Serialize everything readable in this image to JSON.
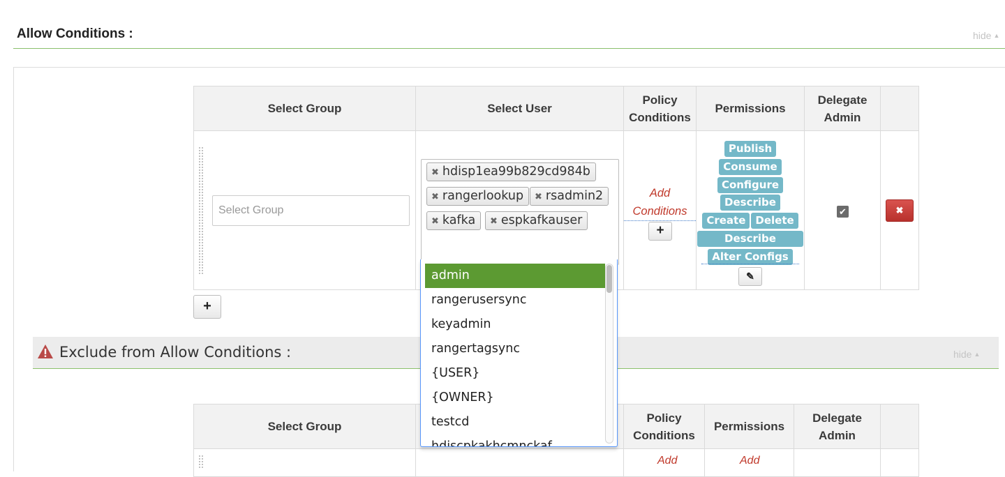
{
  "allow": {
    "title": "Allow Conditions :",
    "hide_label": "hide",
    "headers": {
      "group": "Select Group",
      "user": "Select User",
      "policy_conditions": "Policy Conditions",
      "permissions": "Permissions",
      "delegate_admin": "Delegate Admin"
    },
    "group_placeholder": "Select Group",
    "selected_users": [
      "hdisp1ea99b829cd984b",
      "rangerlookup",
      "rsadmin2",
      "kafka",
      "espkafkauser"
    ],
    "add_conditions_line1": "Add",
    "add_conditions_line2": "Conditions",
    "add_conditions_btn": "+",
    "permissions": [
      "Publish",
      "Consume",
      "Configure",
      "Describe",
      "Create",
      "Delete",
      "Describe Configs",
      "Alter Configs"
    ],
    "edit_icon": "pencil-icon",
    "delegate_checked": true,
    "check_glyph": "✔",
    "delete_glyph": "✖",
    "add_row_btn": "+"
  },
  "user_dropdown": {
    "options": [
      "admin",
      "rangerusersync",
      "keyadmin",
      "rangertagsync",
      "{USER}",
      "{OWNER}",
      "testcd",
      "hdiscpkakhcmnckaf"
    ],
    "highlighted": "admin"
  },
  "exclude": {
    "title": "Exclude from Allow Conditions :",
    "hide_label": "hide",
    "icon": "warning-icon",
    "headers": {
      "group": "Select Group",
      "policy_conditions": "Policy Conditions",
      "permissions": "Permissions",
      "delegate_admin": "Delegate Admin"
    },
    "partial_row_text1": "Add",
    "partial_row_text2": "Add"
  },
  "colors": {
    "accent_green": "#8ac06b",
    "highlight_green": "#5c9a32",
    "permission_tag": "#74b8c8",
    "delete_red": "#c9302c",
    "add_conditions_red": "#c0392b"
  }
}
